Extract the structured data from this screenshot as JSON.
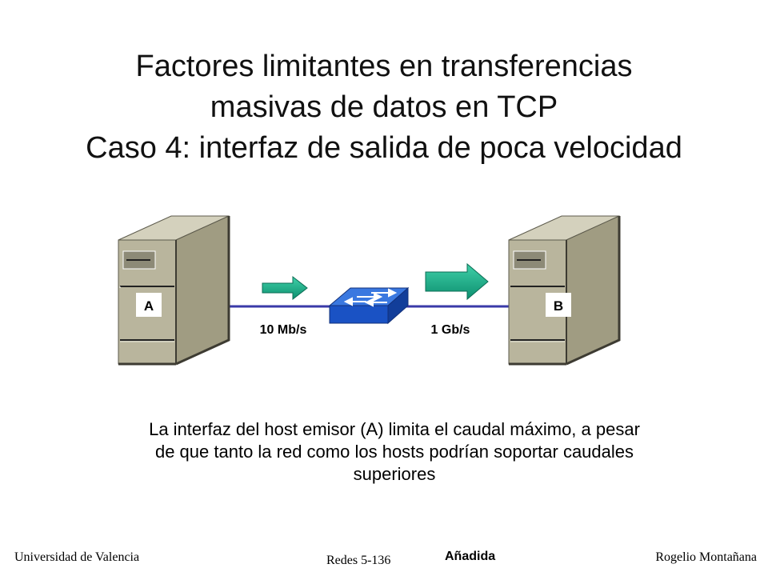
{
  "title": {
    "line1": "Factores limitantes en transferencias",
    "line2": "masivas de datos en TCP",
    "line3": "Caso 4: interfaz de salida de poca velocidad"
  },
  "diagram": {
    "host_a_label": "A",
    "host_b_label": "B",
    "link_left_label": "10 Mb/s",
    "link_right_label": "1 Gb/s",
    "colors": {
      "server_front": "#b9b59d",
      "server_side": "#a09c82",
      "server_top": "#d4d1bd",
      "link": "#3a3aa8",
      "switch": "#1f5ad2",
      "arrow": "#16a98a"
    }
  },
  "caption": {
    "line1": "La interfaz del host emisor (A) limita el caudal máximo, a pesar",
    "line2": "de que tanto la red como los hosts podrían soportar caudales",
    "line3": "superiores"
  },
  "footer": {
    "left": "Universidad de Valencia",
    "center": "Redes 5-136",
    "tag": "Añadida",
    "right": "Rogelio Montañana"
  }
}
